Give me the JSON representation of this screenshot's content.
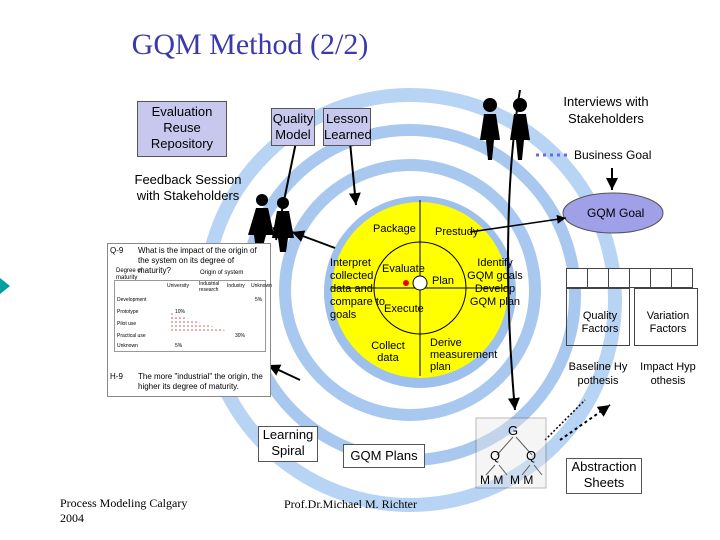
{
  "title": "GQM Method (2/2)",
  "repository": "Evaluation Reuse Repository",
  "quality_model": "Quality Model",
  "lesson_learned": "Lesson Learned",
  "interviews": "Interviews with Stakeholders",
  "business_goal": "Business Goal",
  "feedback": "Feedback Session with Stakeholders",
  "gqm_goal": "GQM Goal",
  "cycle": {
    "package": "Package",
    "prestudy": "Prestudy",
    "interpret": "Interpret collected data and compare to goals",
    "evaluate": "Evaluate",
    "plan": "Plan",
    "execute": "Execute",
    "identify": "Identify GQM goals Develop GQM plan",
    "collect": "Collect data",
    "derive": "Derive measurement plan"
  },
  "question": {
    "q_label": "Q-9",
    "q_text": "What is the impact of the origin of the system on its degree of maturity?",
    "h_label": "H-9",
    "h_text": "The more \"industrial\" the origin, the higher its degree of maturity.",
    "table_header_left": "Degree of maturity",
    "table_header_top": "Origin of system",
    "cols": [
      "University",
      "Industrial research",
      "Industry",
      "Unknown"
    ],
    "rows": [
      "Development",
      "Prototype",
      "Pilot use",
      "Practical use",
      "Unknown"
    ],
    "values": [
      "5%",
      "10%",
      "30%",
      "5%"
    ]
  },
  "factors": {
    "quality": "Quality Factors",
    "variation": "Variation Factors",
    "baseline": "Baseline Hypothesis",
    "impact": "Impact Hypothesis"
  },
  "learning_spiral": "Learning Spiral",
  "gqm_plans": "GQM Plans",
  "tree": {
    "g": "G",
    "q1": "Q",
    "q2": "Q",
    "m": "M M  M M"
  },
  "abstraction": "Abstraction Sheets",
  "footer_left": "Process Modeling Calgary 2004",
  "footer_center": "Prof.Dr.Michael M. Richter",
  "colors": {
    "title": "#3a3aa8",
    "box": "#c8c8ee",
    "spiral": "#a8c8f0",
    "yellow": "#ffff00",
    "goal": "#a0a0e8"
  }
}
